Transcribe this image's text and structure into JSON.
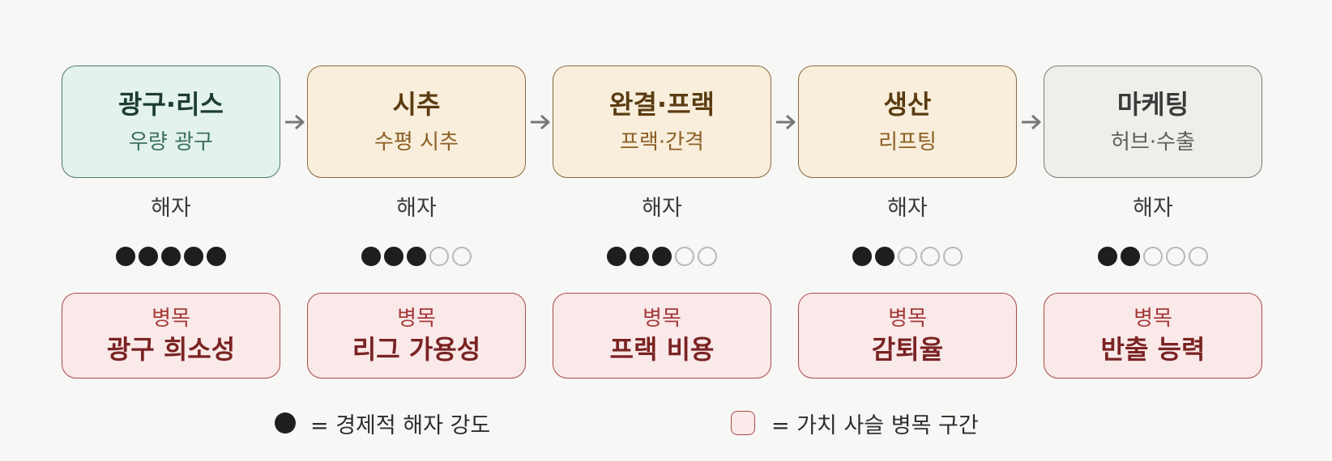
{
  "stages": [
    {
      "title": "광구·리스",
      "subtitle": "우량 광구",
      "moat_label": "해자",
      "moat_strength": 5,
      "moat_max": 5,
      "bottleneck_label": "병목",
      "bottleneck_value": "광구 희소성",
      "colors": {
        "bg": "#e3f3ec",
        "border": "#4f7a68",
        "title": "#1d3d30",
        "sub": "#3c6f5d"
      }
    },
    {
      "title": "시추",
      "subtitle": "수평 시추",
      "moat_label": "해자",
      "moat_strength": 3,
      "moat_max": 5,
      "bottleneck_label": "병목",
      "bottleneck_value": "리그 가용성",
      "colors": {
        "bg": "#f8eedb",
        "border": "#8a6a40",
        "title": "#5a3c12",
        "sub": "#8c5f26"
      }
    },
    {
      "title": "완결·프랙",
      "subtitle": "프랙·간격",
      "moat_label": "해자",
      "moat_strength": 3,
      "moat_max": 5,
      "bottleneck_label": "병목",
      "bottleneck_value": "프랙 비용",
      "colors": {
        "bg": "#f8eedb",
        "border": "#8a6a40",
        "title": "#5a3c12",
        "sub": "#8c5f26"
      }
    },
    {
      "title": "생산",
      "subtitle": "리프팅",
      "moat_label": "해자",
      "moat_strength": 2,
      "moat_max": 5,
      "bottleneck_label": "병목",
      "bottleneck_value": "감퇴율",
      "colors": {
        "bg": "#f8eedb",
        "border": "#8a6a40",
        "title": "#5a3c12",
        "sub": "#8c5f26"
      }
    },
    {
      "title": "마케팅",
      "subtitle": "허브·수출",
      "moat_label": "해자",
      "moat_strength": 2,
      "moat_max": 5,
      "bottleneck_label": "병목",
      "bottleneck_value": "반출 능력",
      "colors": {
        "bg": "#efeeea",
        "border": "#7a7a78",
        "title": "#3a3a3a",
        "sub": "#5e5e5e"
      }
    }
  ],
  "legend": {
    "dot_text": "= 경제적 해자 강도",
    "swatch_text": "= 가치 사슬 병목 구간"
  },
  "colors": {
    "arrow": "#777777",
    "dot_on": "#1e1e1e",
    "dot_off": "#b8b8b8",
    "bottleneck_bg": "#f9e9e8",
    "bottleneck_border": "#a84a4a"
  }
}
